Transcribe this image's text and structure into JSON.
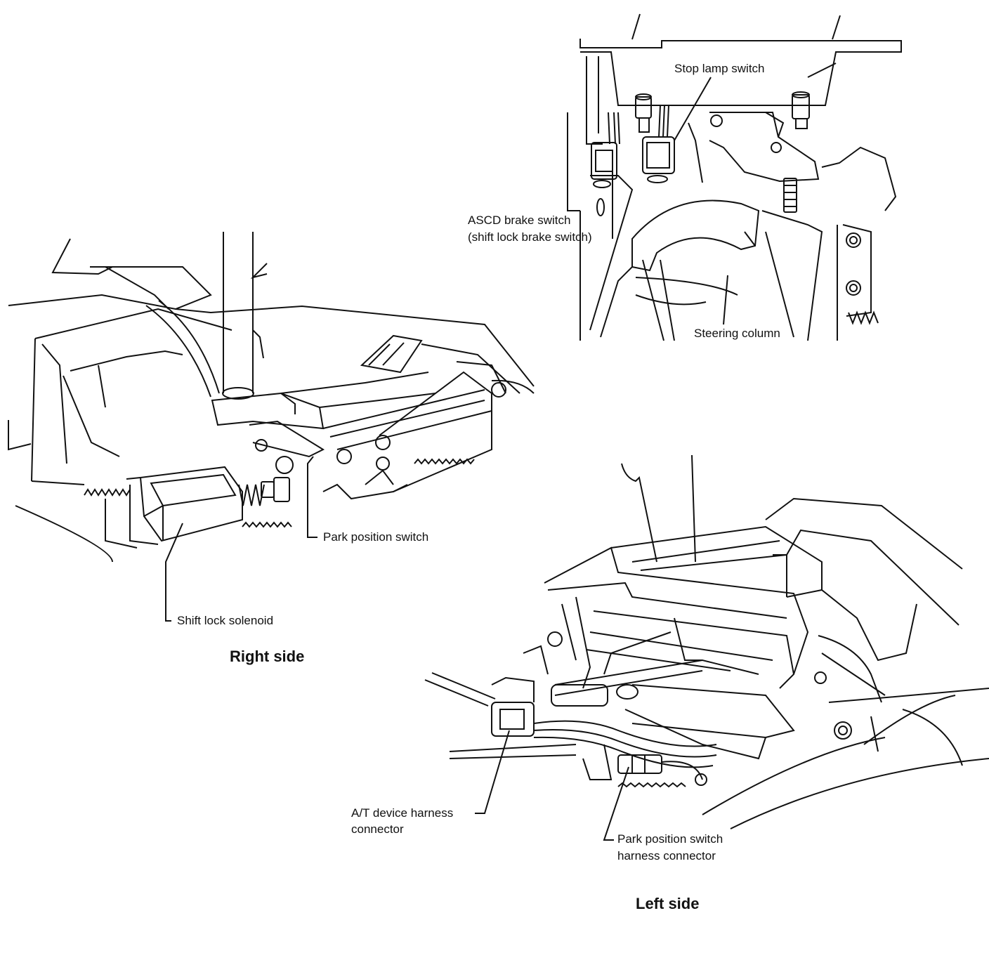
{
  "figures": {
    "top_right": {
      "labels": {
        "stop_lamp_switch": "Stop lamp switch",
        "ascd_brake_switch_line1": "ASCD brake switch",
        "ascd_brake_switch_line2": "(shift lock brake switch)",
        "steering_column": "Steering column"
      }
    },
    "right_side": {
      "caption": "Right side",
      "labels": {
        "park_position_switch": "Park position switch",
        "shift_lock_solenoid": "Shift lock solenoid"
      }
    },
    "left_side": {
      "caption": "Left side",
      "labels": {
        "at_device_harness_line1": "A/T device harness",
        "at_device_harness_line2": "connector",
        "park_position_harness_line1": "Park position switch",
        "park_position_harness_line2": "harness connector"
      }
    }
  },
  "colors": {
    "ink": "#111111",
    "paper": "#ffffff"
  }
}
